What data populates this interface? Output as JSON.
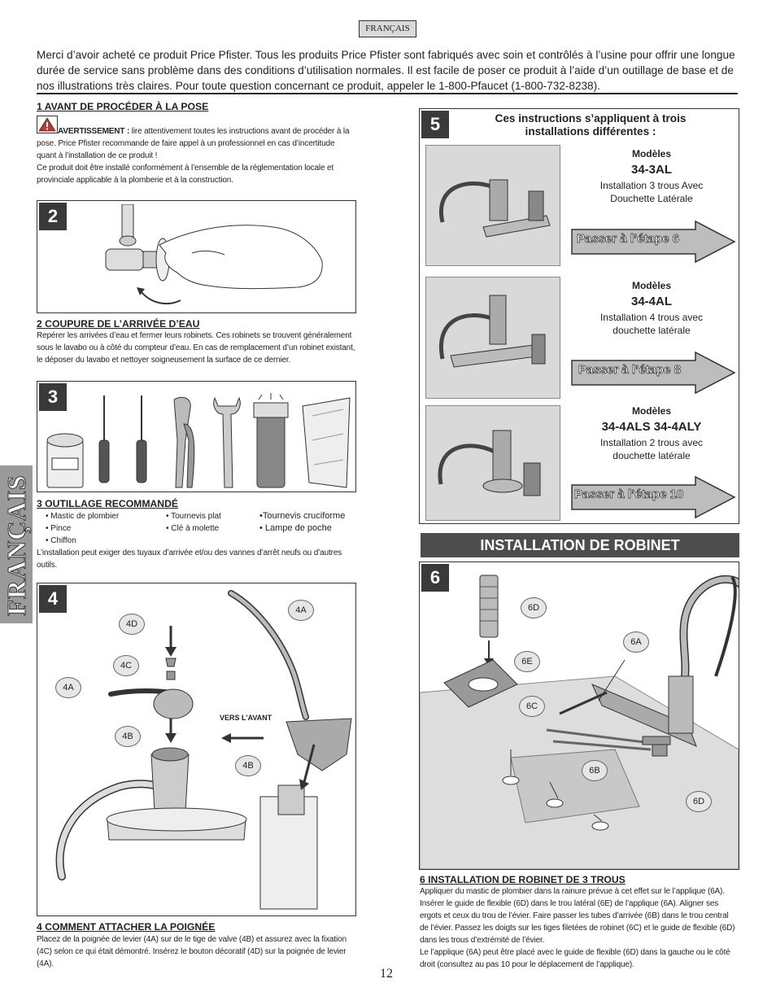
{
  "lang_tag": "FRANÇAIS",
  "side_tab": "FRANÇAIS",
  "intro": "Merci d’avoir acheté ce produit Price Pfister. Tous les produits Price Pfister sont fabriqués avec soin et contrôlés à l’usine pour offrir une longue durée de service sans problème dans des conditions d’utilisation normales. Il est facile de poser ce produit à l’aide d’un outillage de base et de nos illustrations très claires. Pour toute question concernant ce produit, appeler le 1-800-Pfaucet (1-800-732-8238).",
  "section1": {
    "title": "1  AVANT DE PROCÉDER À LA POSE",
    "warning_label": "AVERTISSEMENT :",
    "warning_text": " lire attentivement toutes les instructions avant de procéder à la pose. Price Pfister recommande de faire appel à un professionnel en cas d’incertitude quant à l’installation de ce produit !",
    "text2": "Ce produit doit être installé conformément à l’ensemble de la réglementation locale et provinciale applicable à la plomberie et à la construction."
  },
  "step2": {
    "num": "2",
    "title": "2  COUPURE DE L’ARRIVÉE D’EAU",
    "text": "Repérer les arrivées d’eau et fermer leurs robinets. Ces robinets se trouvent généralement sous le lavabo ou à côté du compteur d’eau. En cas de remplacement d’un robinet existant, le déposer du lavabo et nettoyer soigneusement la surface de ce dernier."
  },
  "step3": {
    "num": "3",
    "title": "3  OUTILLAGE RECOMMANDÉ",
    "col1": [
      "• Mastic de plombier",
      "• Pince",
      "• Chiffon"
    ],
    "col2": [
      "• Tournevis plat",
      "• Clé à molette"
    ],
    "col3": [
      "•Tournevis  cruciforme",
      "•  Lampe  de  poche"
    ],
    "note": "L’installation peut exiger des tuyaux d’arrivée et/ou des vannes d’arrêt neufs ou d’autres outils."
  },
  "step4": {
    "num": "4",
    "callouts": [
      "4D",
      "4C",
      "4A",
      "4B",
      "4A",
      "4B"
    ],
    "arrow_label": "VERS L’AVANT",
    "title": "4  COMMENT ATTACHER LA POIGNÉE",
    "text": "Placez de la poignée de levier (4A) sur de le tige de valve (4B) et assurez avec la fixation (4C) selon ce qui était démontré. Insérez le bouton décoratif (4D) sur la poignée de levier (4A)."
  },
  "step5": {
    "num": "5",
    "header": "Ces instructions s’appliquent à trois installations différentes :",
    "models": [
      {
        "label": "Modèles",
        "num": "34-3AL",
        "desc1": "Installation 3 trous Avec",
        "desc2": "Douchette Latérale",
        "arrow": "Passer à l’étape 6"
      },
      {
        "label": "Modèles",
        "num": "34-4AL",
        "desc1": "Installation 4 trous avec",
        "desc2": "douchette latérale",
        "arrow": "Passer à l’étape 8"
      },
      {
        "label": "Modèles",
        "num": "34-4ALS  34-4ALY",
        "desc1": "Installation 2 trous avec",
        "desc2": "douchette latérale",
        "arrow": "Passer à l’étape 10"
      }
    ]
  },
  "install_header": "INSTALLATION DE ROBINET",
  "step6": {
    "num": "6",
    "callouts": [
      "6D",
      "6E",
      "6A",
      "6C",
      "6B",
      "6D"
    ],
    "title": "6  INSTALLATION DE ROBINET DE 3 TROUS",
    "text": "Appliquer du mastic de plombier dans la rainure prévue à cet effet sur le l’applique (6A). Insérer le guide de flexible (6D) dans le trou latéral (6E) de l’applique (6A). Aligner ses ergots et ceux  du trou de l’évier. Faire passer les tubes d’arrivée (6B) dans le trou central de l’évier. Passez les doigts sur les tiges filetées de robinet (6C) et le guide de flexible (6D) dans les trous d’extrémité de l’évier.",
    "text2": "Le l’applique (6A) peut être placé avec le guide de flexible (6D) dans la gauche ou le côté droit (consultez au pas 10 pour le déplacement de  l’applique)."
  },
  "page_number": "12"
}
